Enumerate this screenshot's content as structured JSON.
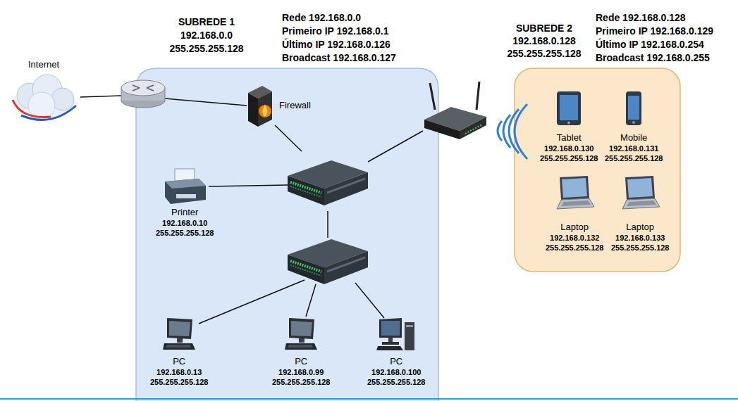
{
  "diagram": {
    "nodes": [
      {
        "text": [
          "Internet"
        ]
      },
      {
        "text": [
          "SUBREDE 1",
          "192.168.0.0",
          "255.255.255.128"
        ]
      },
      {
        "text": [
          "Firewall"
        ],
        "in": 1
      },
      {
        "text": [
          "Printer",
          "192.168.0.10",
          "255.255.255.128"
        ],
        "in": 1
      },
      {
        "text": [
          "PC",
          "192.168.0.13",
          "255.255.255.128"
        ],
        "in": 1
      },
      {
        "text": [
          "PC",
          "192.168.0.99",
          "255.255.255.128"
        ],
        "in": 1
      },
      {
        "text": [
          "PC",
          "192.168.0.100",
          "255.255.255.128"
        ],
        "in": 1
      },
      {
        "text": [
          "SUBREDE 2",
          "192.168.0.128",
          "255.255.255.128"
        ]
      },
      {
        "text": [
          "Tablet",
          "192.168.0.130",
          "255.255.255.128"
        ],
        "in": 7
      },
      {
        "text": [
          "Mobile",
          "192.168.0.131",
          "255.255.255.128"
        ],
        "in": 7
      },
      {
        "text": [
          "Laptop",
          "192.168.0.132",
          "255.255.255.128"
        ],
        "in": 7
      },
      {
        "text": [
          "Laptop",
          "192.168.0.133",
          "255.255.255.128"
        ],
        "in": 7
      }
    ],
    "labels": [
      "Rede 192.168.0.0",
      "Primeiro IP 192.168.0.1",
      "Último IP 192.168.0.126",
      "Broadcast 192.168.0.127",
      "Rede 192.168.0.128",
      "Primeiro IP 192.168.0.129",
      "Último IP 192.168.0.254",
      "Broadcast 192.168.0.255"
    ]
  }
}
